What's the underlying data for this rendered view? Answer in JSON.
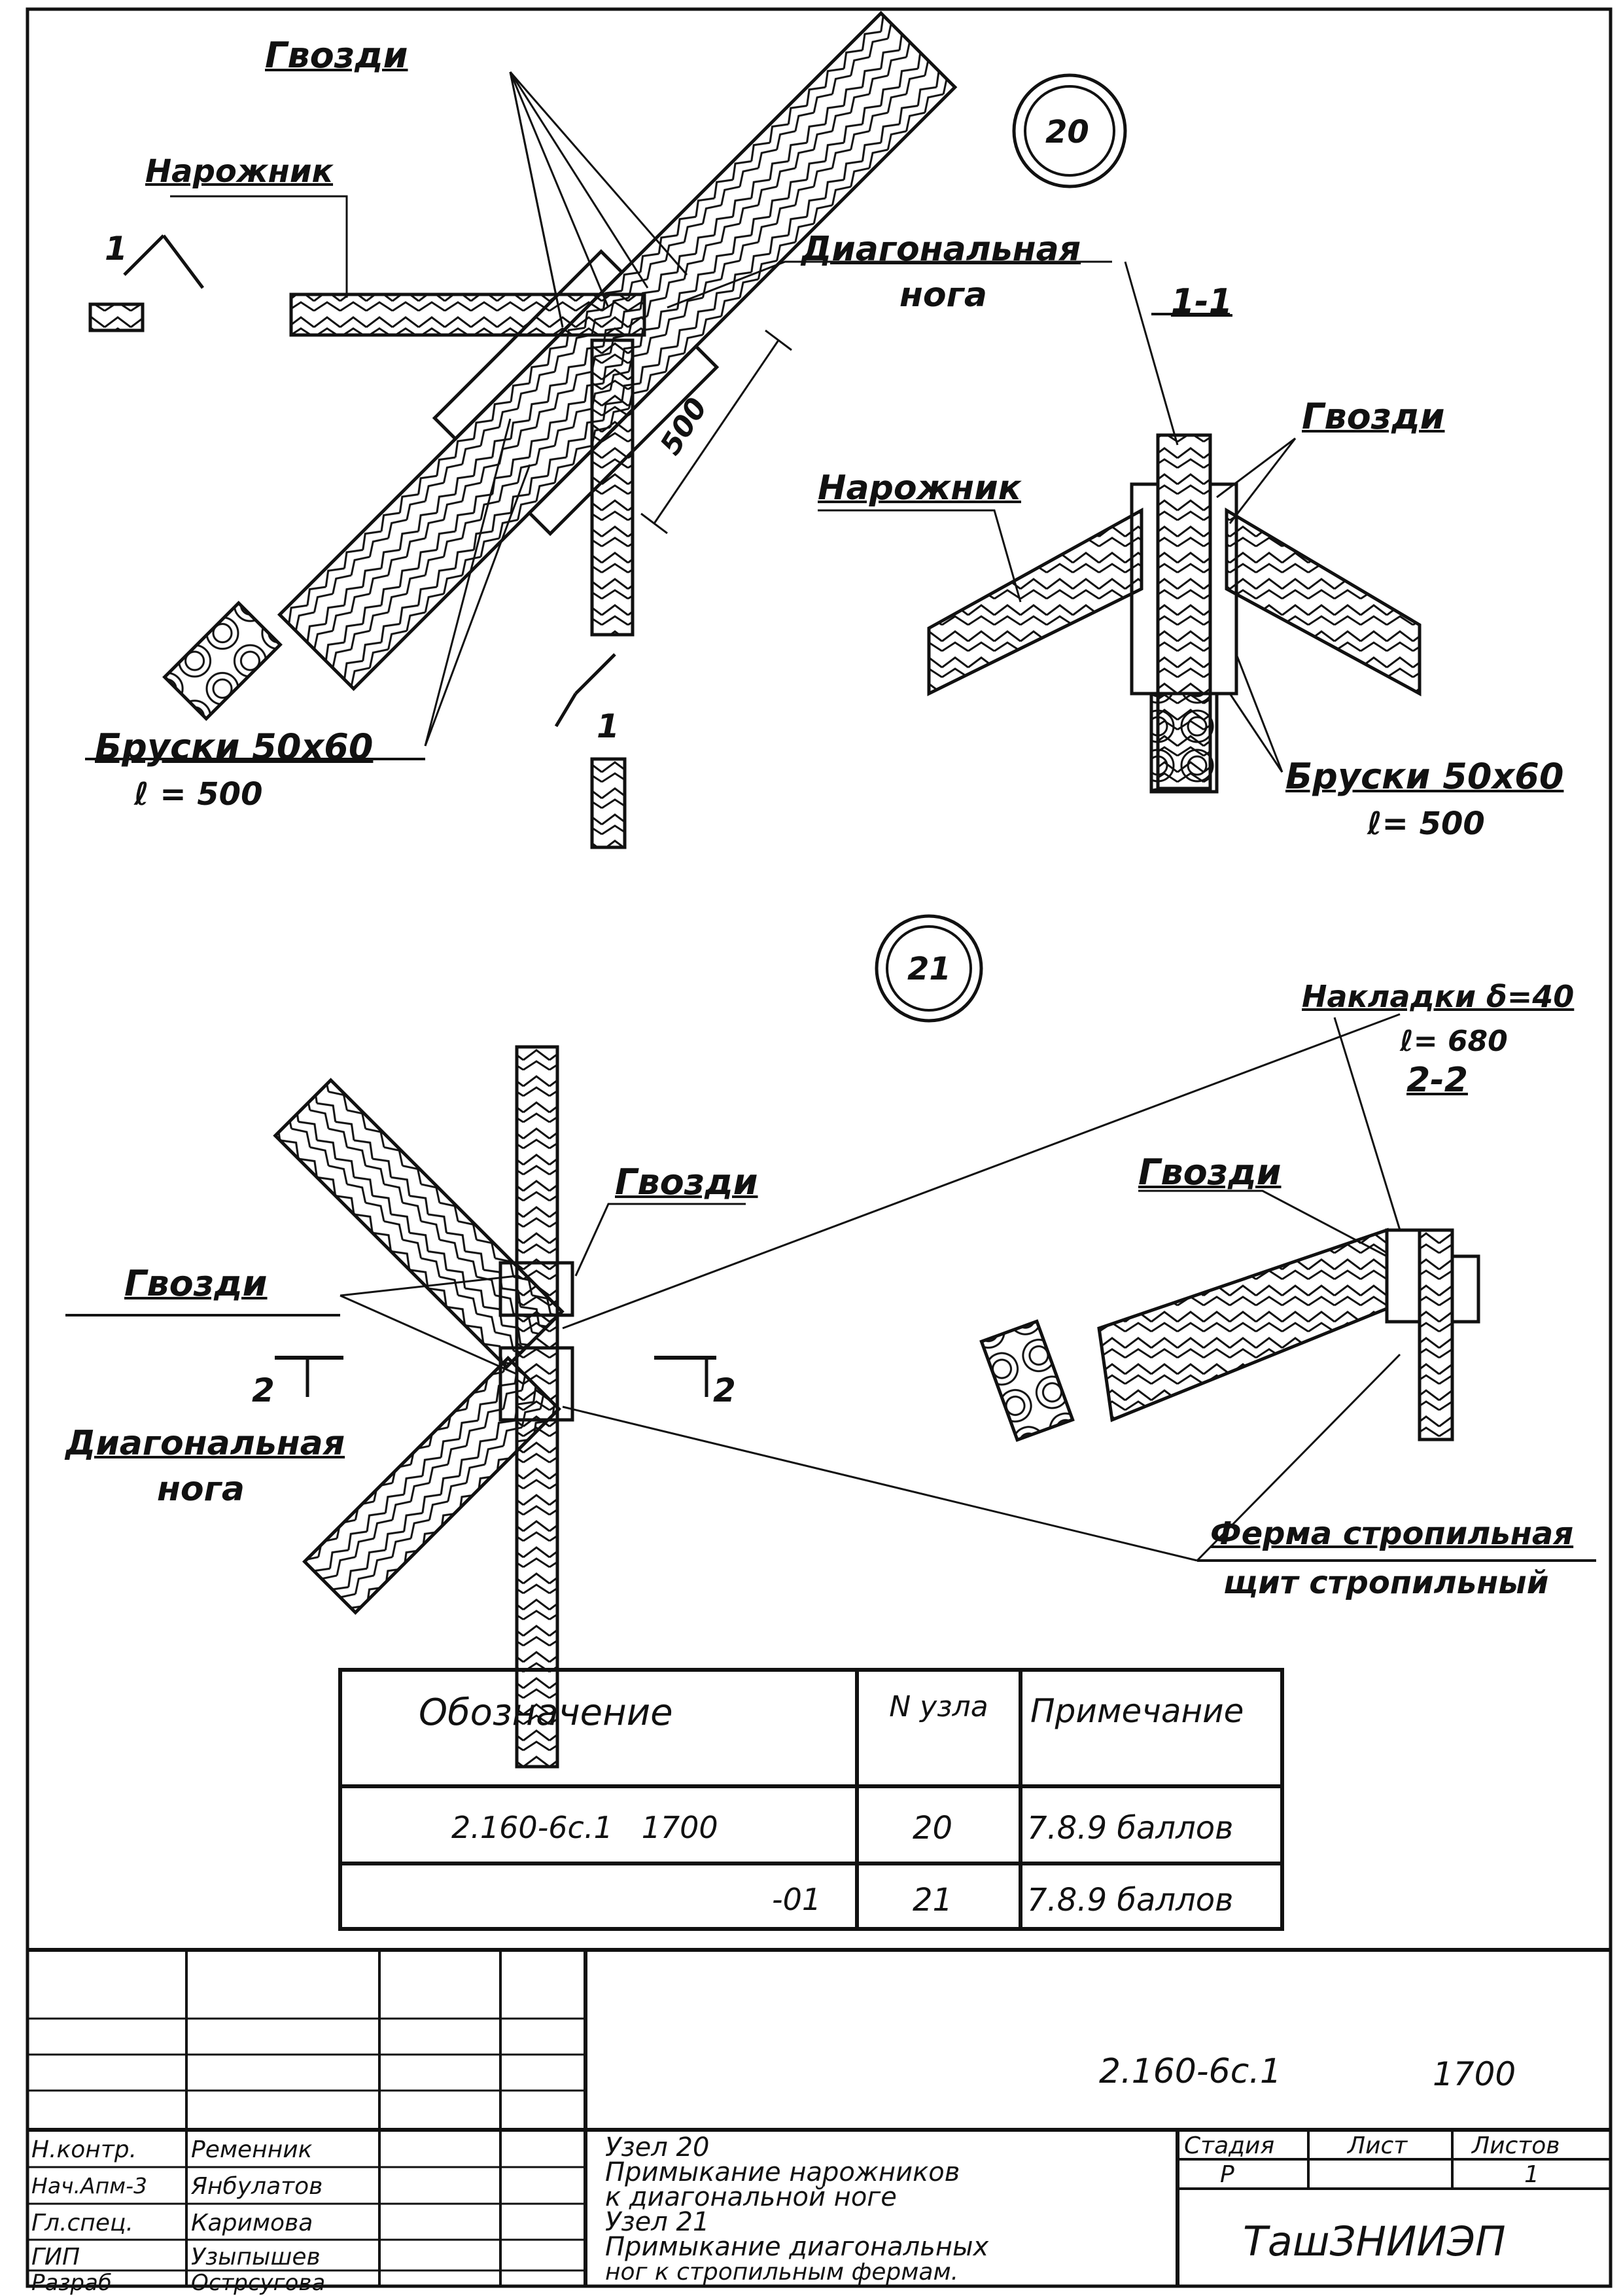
{
  "drawing": {
    "node20": {
      "badge": "20",
      "nails_top": "Гвозди",
      "narozhnik_left": "Нарожник",
      "diag_leg": [
        "Диагональная",
        "нога"
      ],
      "dim": "500",
      "bars": [
        "Бруски 50х60",
        "ℓ = 500"
      ],
      "section_mark_left": "1",
      "section_mark_bottom": "1"
    },
    "section11": {
      "title": "1-1",
      "nails": "Гвозди",
      "narozhnik": "Нарожник",
      "bars": [
        "Бруски 50х60",
        "ℓ= 500"
      ]
    },
    "node21": {
      "badge": "21",
      "nails_upper": "Гвозди",
      "nails_left": "Гвозди",
      "diag_leg": [
        "Диагональная",
        "нога"
      ],
      "section_mark_left": "2",
      "section_mark_right": "2"
    },
    "section22": {
      "overlays": [
        "Накладки δ=40",
        "ℓ= 680"
      ],
      "title": "2-2",
      "nails": "Гвозди",
      "truss": [
        "Ферма стропильная",
        "щит стропильный"
      ]
    }
  },
  "table": {
    "headers": [
      "Обозначение",
      "N узла",
      "Примечание"
    ],
    "rows": [
      {
        "designation": "2.160-6с.1   1700",
        "node": "20",
        "note": "7.8.9 баллов"
      },
      {
        "designation": "-01",
        "node": "21",
        "note": "7.8.9 баллов"
      }
    ]
  },
  "title_block": {
    "code": "2.160-6с.1",
    "sheet_code": "1700",
    "signatures": [
      {
        "role": "Н.контр.",
        "name": "Ременник"
      },
      {
        "role": "Нач.Апм-3",
        "name": "Янбулатов"
      },
      {
        "role": "Гл.спец.",
        "name": "Каримова"
      },
      {
        "role": "ГИП",
        "name": "Узыпышев"
      },
      {
        "role": "Разраб",
        "name": "Острсугова"
      }
    ],
    "title_lines": [
      "Узел 20",
      "Примыкание нарожников",
      "к диагональной ноге",
      "Узел 21",
      "Примыкание диагональных",
      "ног к стропильным фермам."
    ],
    "stage_label": "Стадия",
    "sheet_label": "Лист",
    "sheets_label": "Листов",
    "stage": "Р",
    "sheet": "",
    "sheets": "1",
    "org": "ТашЗНИИЭП"
  }
}
